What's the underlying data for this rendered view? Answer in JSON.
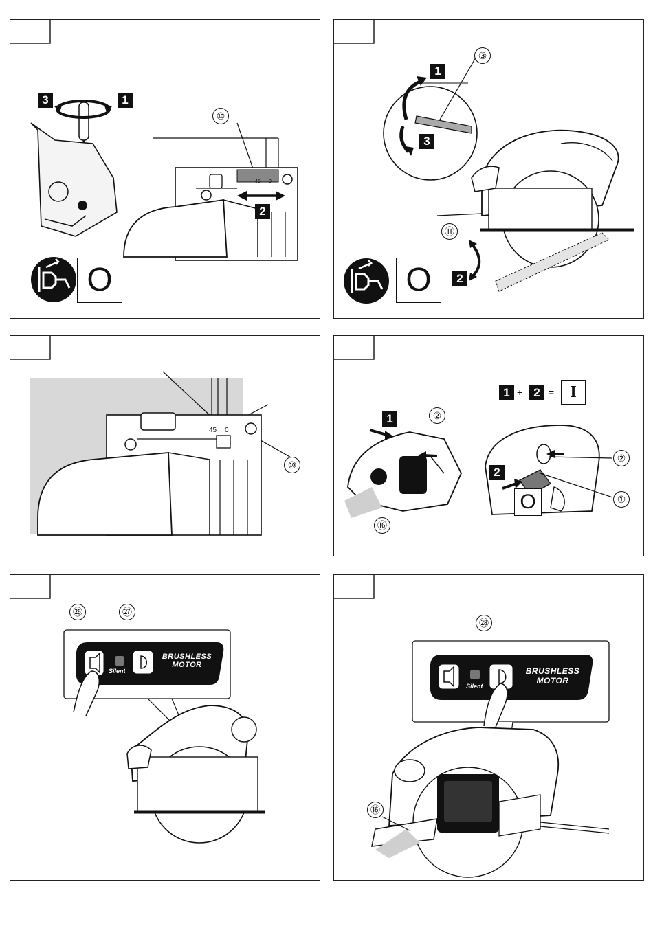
{
  "panel_1": {
    "steps": [
      "3",
      "1",
      "2"
    ],
    "callouts": [
      "⑩"
    ],
    "scale_marks": [
      "45",
      "0"
    ],
    "switch_symbol": "O",
    "icon": "unplug-icon"
  },
  "panel_2": {
    "steps": [
      "1",
      "3",
      "2"
    ],
    "callouts": [
      "③",
      "⑪"
    ],
    "switch_symbol": "O",
    "icon": "unplug-icon"
  },
  "panel_3": {
    "callouts": [
      "⑩"
    ],
    "scale_marks": [
      "45",
      "0"
    ]
  },
  "panel_4": {
    "formula": {
      "a": "1",
      "plus": "+",
      "b": "2",
      "equals": "=",
      "result": "I"
    },
    "steps": [
      "1",
      "2"
    ],
    "callouts": [
      "②",
      "⑯",
      "②",
      "①"
    ],
    "switch_symbol": "O"
  },
  "panel_5": {
    "callouts": [
      "㉖",
      "㉗"
    ],
    "silent_label": "Silent",
    "brand": [
      "BRUSHLESS",
      "MOTOR"
    ]
  },
  "panel_6": {
    "callouts": [
      "㉘",
      "⑯"
    ],
    "silent_label": "Silent",
    "brand": [
      "BRUSHLESS",
      "MOTOR"
    ]
  },
  "colors": {
    "ink": "#111111",
    "shade": "#d8d8d8",
    "paper": "#ffffff"
  }
}
